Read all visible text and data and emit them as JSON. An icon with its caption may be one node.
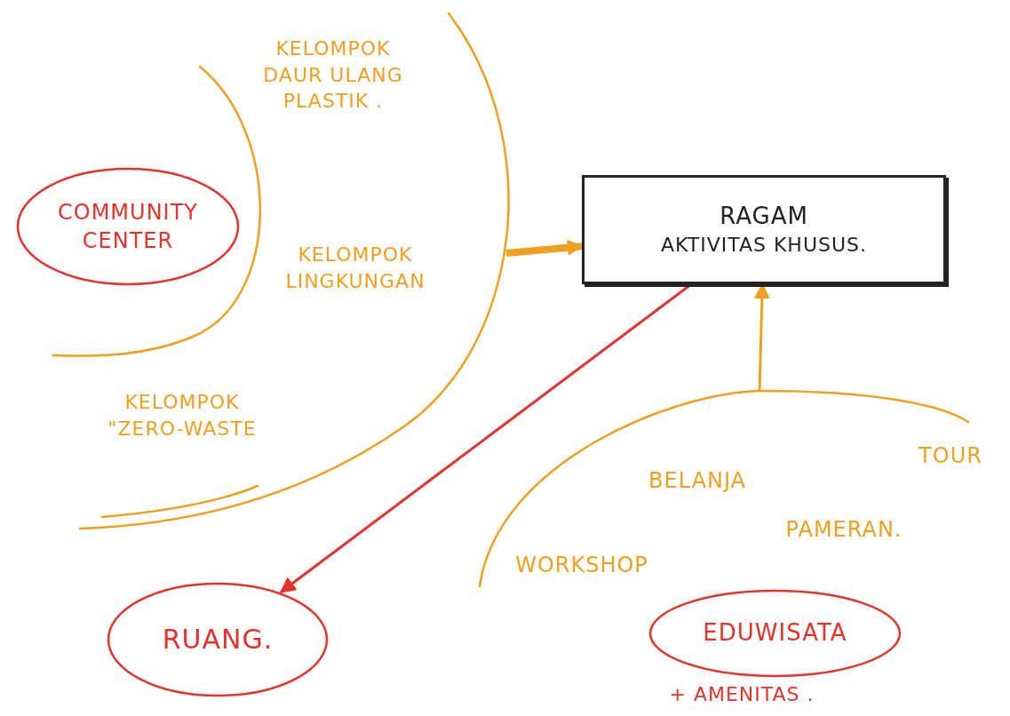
{
  "diagram": {
    "nodes": [
      {
        "text": [
          "COMMUNITY CENTER"
        ]
      },
      {
        "text": [
          "KELOMPOK DAUR ULANG PLASTIK .",
          "KELOMPOK LINGKUNGAN"
        ]
      },
      {
        "text": [
          "RAGAM",
          "AKTIVITAS KHUSUS."
        ]
      },
      {
        "text": [
          "RUANG."
        ]
      },
      {
        "text": [
          "BELANJA",
          "TOUR",
          "PAMERAN.",
          "WORKSHOP"
        ]
      },
      {
        "text": [
          "EDUWISATA"
        ],
        "in": 4,
        "beside": [
          "+ AMENITAS ."
        ]
      }
    ],
    "edges": [
      {
        "from": 1,
        "to": 2,
        "arrow": "to",
        "style": "thick"
      },
      {
        "from": 4,
        "to": 2,
        "arrow": "to"
      },
      {
        "from": 2,
        "to": 3,
        "arrow": "to",
        "color": "#e8312a"
      }
    ],
    "labels": [
      "KELOMPOK \"ZERO-WASTE"
    ]
  }
}
